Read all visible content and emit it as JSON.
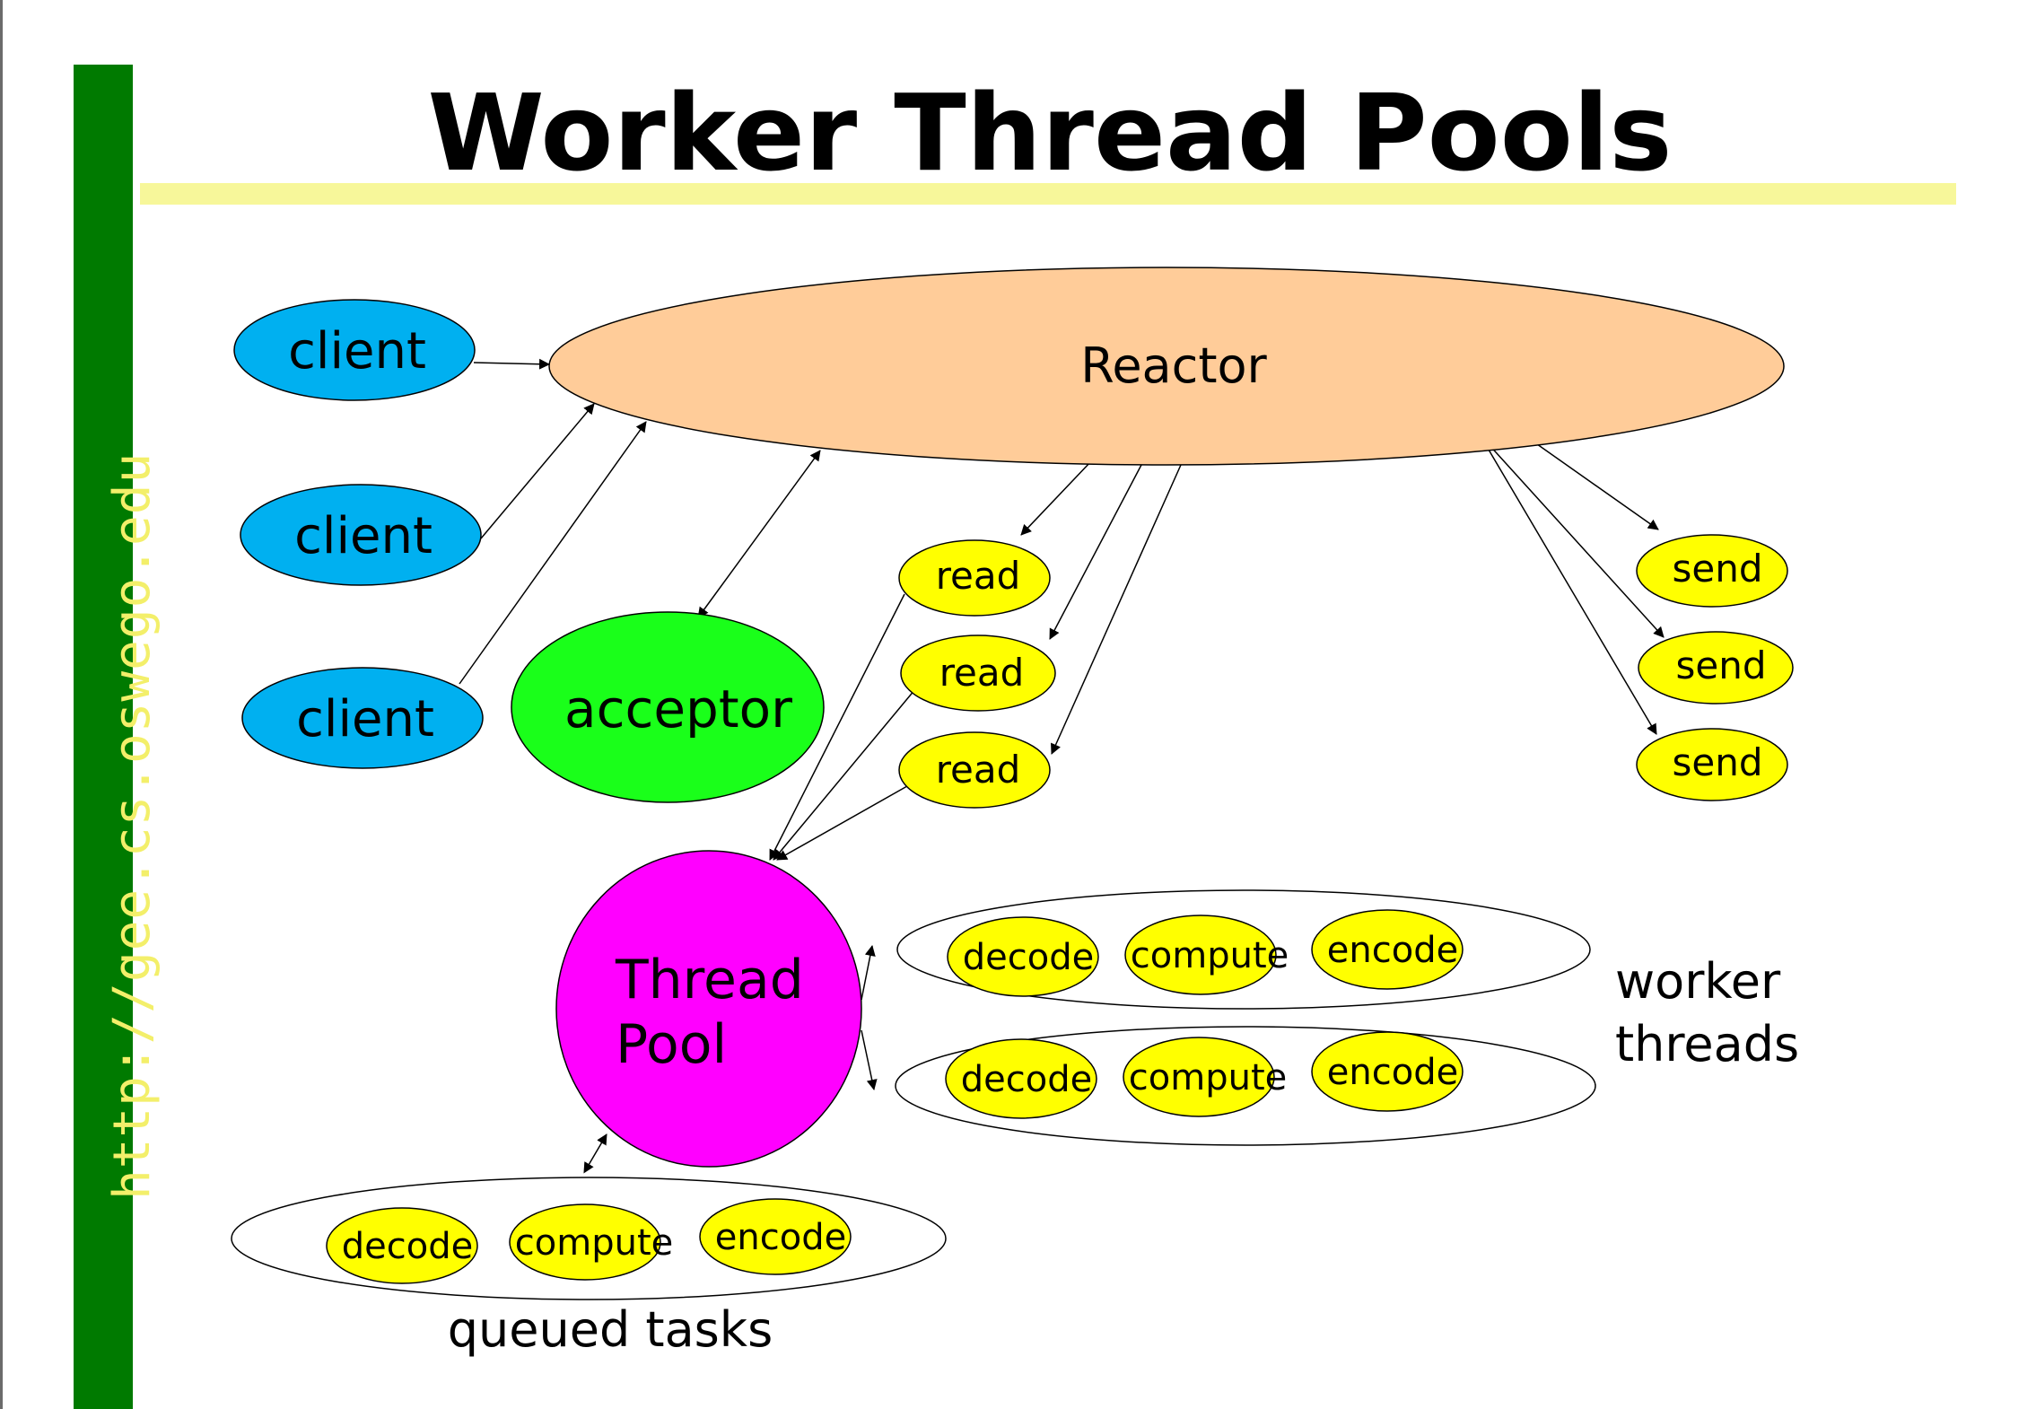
{
  "side_url": "http://gee.cs.oswego.edu",
  "title": "Worker Thread Pools",
  "nodes": {
    "reactor": "Reactor",
    "client": "client",
    "acceptor": "acceptor",
    "read": "read",
    "send": "send",
    "thread_pool_line1": "Thread",
    "thread_pool_line2": "Pool",
    "decode": "decode",
    "compute": "compute",
    "encode": "encode"
  },
  "labels": {
    "worker_threads_line1": "worker",
    "worker_threads_line2": "threads",
    "queued_tasks": "queued tasks"
  },
  "colors": {
    "reactor": "#ffcc99",
    "client": "#00b0f0",
    "acceptor": "#1aff1a",
    "task": "#ffff00",
    "thread_pool": "#ff00ff",
    "side_bar": "#007a00",
    "side_text": "#f3ef6a",
    "title_rule": "#f7f79a"
  }
}
